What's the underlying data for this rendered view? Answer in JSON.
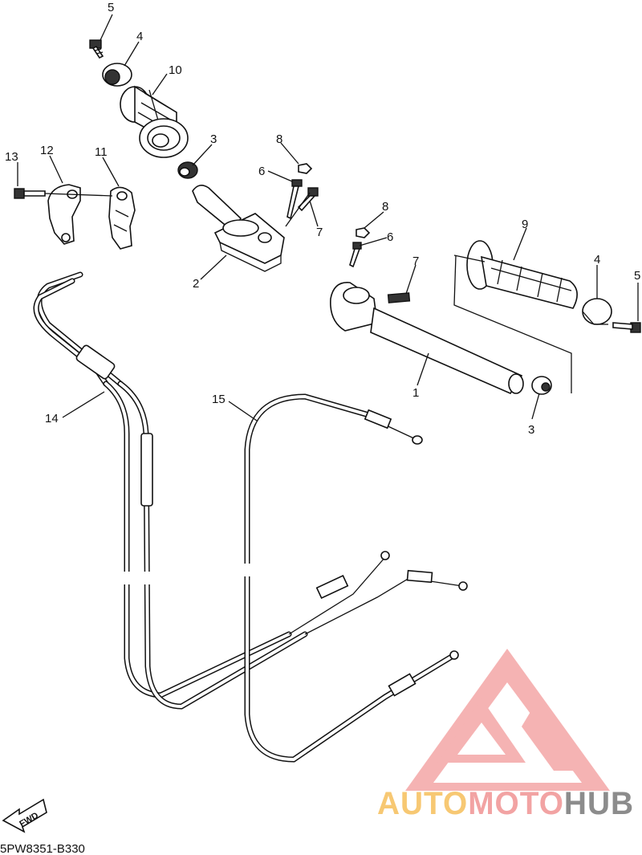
{
  "diagram": {
    "code": "5PW8351-B330",
    "fwd_label": "FWD",
    "callouts": {
      "c1": "1",
      "c2": "2",
      "c3a": "3",
      "c3b": "3",
      "c4a": "4",
      "c4b": "4",
      "c5a": "5",
      "c5b": "5",
      "c6a": "6",
      "c6b": "6",
      "c7a": "7",
      "c7b": "7",
      "c8a": "8",
      "c8b": "8",
      "c9": "9",
      "c10": "10",
      "c11": "11",
      "c12": "12",
      "c13": "13",
      "c14": "14",
      "c15": "15"
    }
  },
  "watermark": {
    "part1": "AUTO",
    "part2": "MOTO",
    "part3": "HUB",
    "colors": {
      "auto": "#f7c873",
      "moto": "#f2a3a3",
      "hub": "#8c8c8c",
      "logo": "#f4a6a6"
    }
  }
}
